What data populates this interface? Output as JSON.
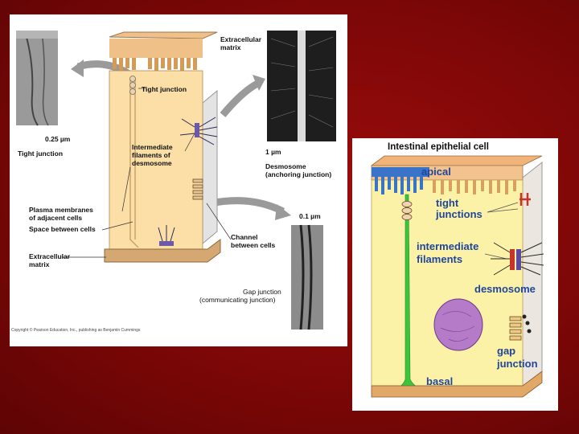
{
  "left_figure": {
    "tight_junction_inset": {
      "scale": "0.25 µm",
      "caption": "Tight junction"
    },
    "desmosome_inset": {
      "scale": "1 µm",
      "caption_line1": "Desmosome",
      "caption_line2": "(anchoring junction)"
    },
    "gap_inset": {
      "scale": "0.1 µm",
      "caption_line1": "Gap junction",
      "caption_line2": "(communicating junction)"
    },
    "labels": {
      "extracellular_matrix_top_1": "Extracellular",
      "extracellular_matrix_top_2": "matrix",
      "tight_junction": "Tight junction",
      "intermediate_1": "Intermediate",
      "intermediate_2": "filaments of",
      "intermediate_3": "desmosome",
      "plasma_1": "Plasma membranes",
      "plasma_2": "of adjacent cells",
      "space_between": "Space between cells",
      "ecm_bottom_1": "Extracellular",
      "ecm_bottom_2": "matrix",
      "channel_1": "Channel",
      "channel_2": "between cells"
    },
    "copyright": "Copyright © Pearson Education, Inc., publishing as Benjamin Cummings"
  },
  "right_figure": {
    "title": "Intestinal epithelial cell",
    "labels": {
      "apical": "apical",
      "tight_1": "tight",
      "tight_2": "junctions",
      "intermediate_1": "intermediate",
      "intermediate_2": "filaments",
      "desmosome": "desmosome",
      "gap_1": "gap",
      "gap_2": "junction",
      "basal": "basal"
    },
    "label_color": "#21469a"
  }
}
